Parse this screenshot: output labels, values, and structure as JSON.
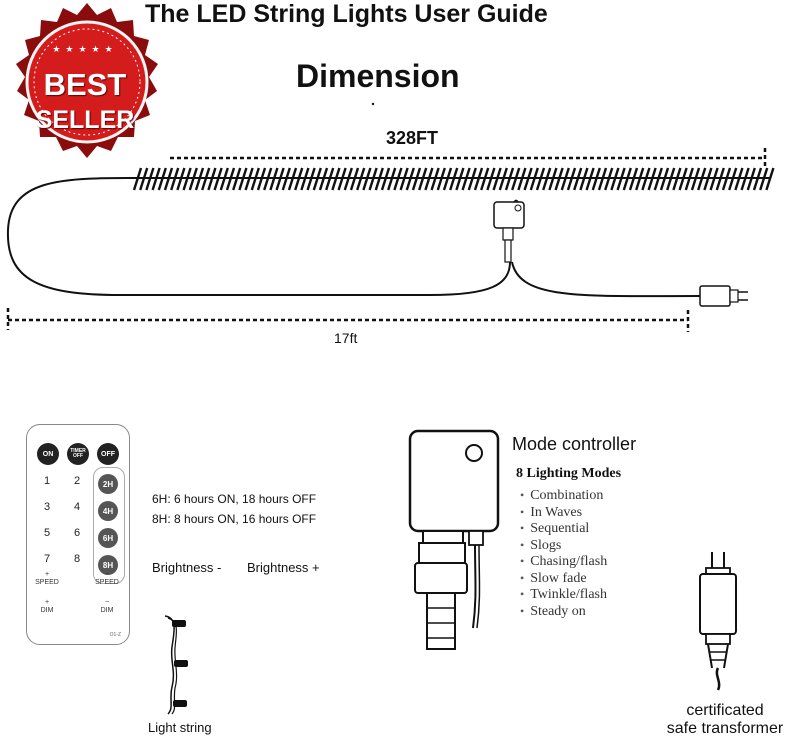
{
  "header": {
    "title": "The LED String Lights User Guide",
    "subtitle": "Dimension"
  },
  "badge": {
    "line1": "BEST",
    "line2": "SELLER",
    "stars": "★★★★★"
  },
  "dimensions": {
    "string_length": "328FT",
    "lead_length": "17ft"
  },
  "remote": {
    "top_buttons": [
      "ON",
      "TIMER OFF",
      "OFF"
    ],
    "number_keys": [
      "1",
      "2",
      "3",
      "4",
      "5",
      "6",
      "7",
      "8"
    ],
    "timer_keys": [
      "2H",
      "4H",
      "6H",
      "8H"
    ],
    "speed_plus": "+",
    "speed_plus_label": "SPEED",
    "speed_minus": "−",
    "speed_minus_label": "SPEED",
    "dim_plus": "+",
    "dim_plus_label": "DIM",
    "dim_minus": "−",
    "dim_minus_label": "DIM",
    "model": "O1-Z"
  },
  "timer_info": {
    "line_6h": "6H: 6 hours ON, 18 hours OFF",
    "line_8h": "8H: 8 hours ON, 16 hours OFF"
  },
  "brightness": {
    "minus": "Brightness -",
    "plus": "Brightness +"
  },
  "light_string_label": "Light string",
  "mode_controller": {
    "title": "Mode controller",
    "modes_heading": "8 Lighting Modes",
    "modes": [
      "Combination",
      "In Waves",
      "Sequential",
      "Slogs",
      "Chasing/flash",
      "Slow fade",
      "Twinkle/flash",
      "Steady on"
    ]
  },
  "transformer_label": {
    "line1": "certificated",
    "line2": "safe transformer"
  },
  "colors": {
    "badge_red": "#d41c1c",
    "badge_dark": "#8a0c0c",
    "line": "#111111"
  }
}
